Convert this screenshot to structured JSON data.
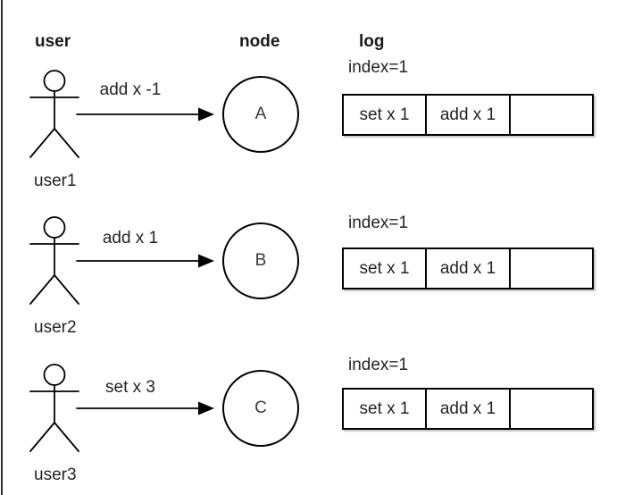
{
  "diagram": {
    "title_columns": {
      "user": "user",
      "node": "node",
      "log": "log"
    },
    "rows": [
      {
        "user": "user1",
        "message": "add x -1",
        "node": "A",
        "log_index": "index=1",
        "log_cells": [
          "set x 1",
          "add x 1",
          ""
        ]
      },
      {
        "user": "user2",
        "message": "add x 1",
        "node": "B",
        "log_index": "index=1",
        "log_cells": [
          "set x 1",
          "add x 1",
          ""
        ]
      },
      {
        "user": "user3",
        "message": "set x 3",
        "node": "C",
        "log_index": "index=1",
        "log_cells": [
          "set x 1",
          "add x 1",
          ""
        ]
      }
    ],
    "colors": {
      "stroke": "#000000",
      "text": "#242424",
      "background": "#ffffff",
      "frame_line": "#2e2e2e"
    }
  }
}
